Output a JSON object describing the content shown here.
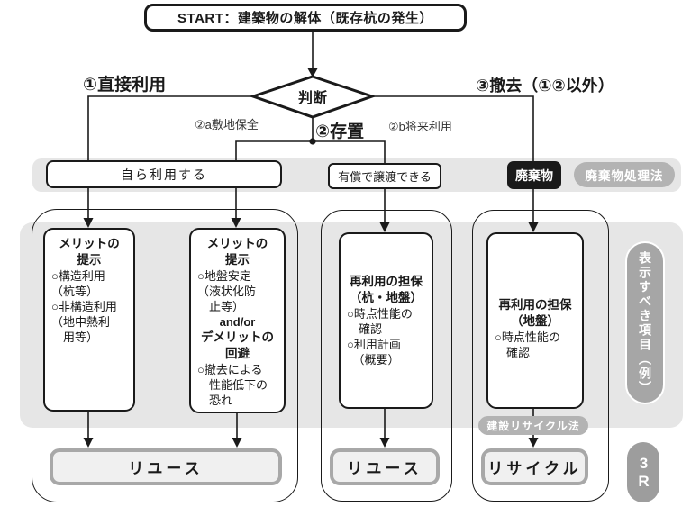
{
  "title": "既存杭の再利用フロー図",
  "colors": {
    "line": "#1a1a1a",
    "band_gray": "#e6e6e6",
    "pill_gray": "#b3b3b3",
    "dark_pill_gray": "#9d9d9d",
    "outcome_fill": "#f0f0f0",
    "outcome_border": "#a8a8a8",
    "waste_box": "#1a1a1a"
  },
  "start": {
    "label": "START：建築物の解体（既存杭の発生）"
  },
  "decision": {
    "label": "判断"
  },
  "branches": {
    "b1": "①直接利用",
    "b2": "②存置",
    "b2a": "②a敷地保全",
    "b2b": "②b将来利用",
    "b3": "③撤去（①②以外）"
  },
  "disposition": {
    "self_use": "自ら利用する",
    "paid_transfer": "有償で譲渡できる",
    "waste": "廃棄物",
    "waste_law": "廃棄物処理法"
  },
  "boxes": {
    "a": {
      "title": "メリットの\n提示",
      "body": "○構造利用\n（杭等）\n○非構造利用\n（地中熱利\n　用等）"
    },
    "b": {
      "title": "メリットの\n提示",
      "body": "○地盤安定\n（液状化防\n　止等）",
      "connector": "and/or",
      "title2": "デメリットの\n回避",
      "body2": "○撤去による\n　性能低下の\n　恐れ"
    },
    "c": {
      "title": "再利用の担保\n（杭・地盤）",
      "body": "○時点性能の\n　確認\n○利用計画\n　（概要）"
    },
    "d": {
      "title": "再利用の担保\n（地盤）",
      "body": "○時点性能の\n　確認"
    }
  },
  "outcomes": {
    "reuse1": "リユース",
    "reuse2": "リユース",
    "recycle": "リサイクル"
  },
  "side": {
    "display_items": "表示すべき項目（例）",
    "three_r": "3R",
    "recycle_law": "建設リサイクル法"
  }
}
